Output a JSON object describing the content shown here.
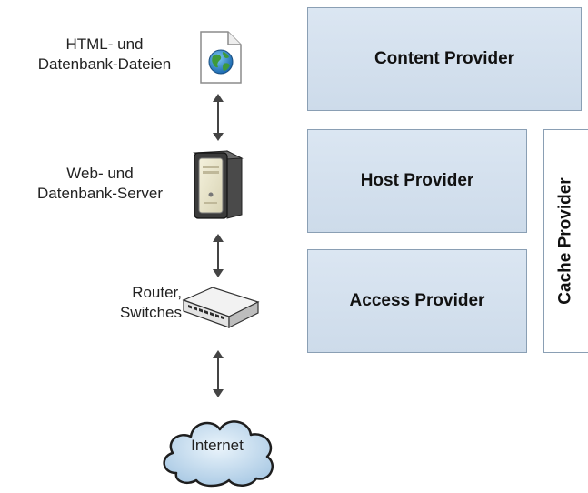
{
  "left_column": {
    "files_label_line1": "HTML- und",
    "files_label_line2": "Datenbank-Dateien",
    "server_label_line1": "Web- und",
    "server_label_line2": "Datenbank-Server",
    "router_label_line1": "Router,",
    "router_label_line2": "Switches",
    "internet_label": "Internet"
  },
  "providers": {
    "content": "Content Provider",
    "host": "Host Provider",
    "access": "Access Provider",
    "cache": "Cache Provider"
  },
  "colors": {
    "box_fill": "#d6e2ef",
    "box_border": "#8a9fb4",
    "cloud_fill": "#c9dff0"
  },
  "icons": [
    "document-globe-icon",
    "server-icon",
    "network-switch-icon",
    "cloud-icon",
    "double-arrow-icon"
  ]
}
